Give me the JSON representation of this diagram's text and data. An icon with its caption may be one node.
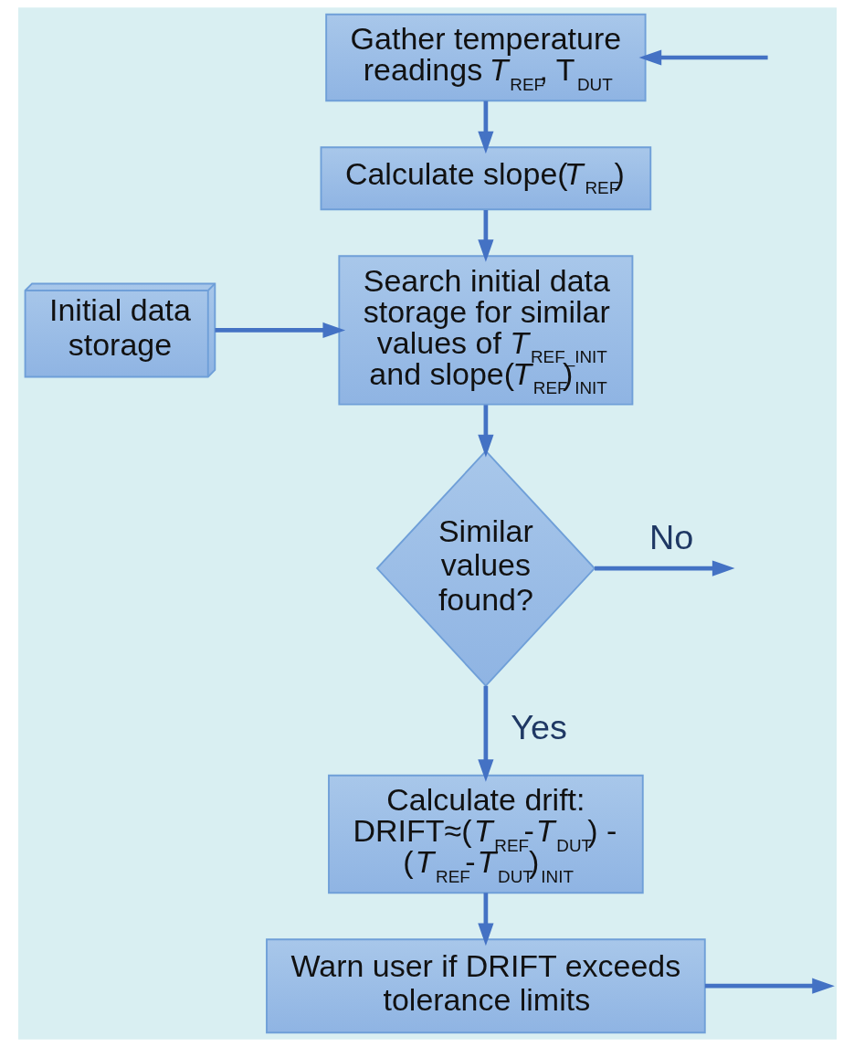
{
  "diagram": {
    "nodes": [
      {
        "text": [
          "Gather temperature readings *T*$_{REF}$, T$_{DUT}$"
        ]
      },
      {
        "text": [
          "Calculate slope(*T*$_{REF}$)"
        ]
      },
      {
        "text": [
          "Initial data storage"
        ]
      },
      {
        "text": [
          "Search initial data storage for similar values of *T*$_{REF_INIT}$ and slope(*T*$_{REF}$)$_{INIT}$"
        ]
      },
      {
        "text": [
          "Similar values found?"
        ]
      },
      {
        "text": [
          "Calculate drift: DRIFT≈(*T*$_{REF}$-*T*$_{DUT}$) - (*T*$_{REF}$-*T*$_{DUT}$)$_{INIT}$"
        ]
      },
      {
        "text": [
          "Warn user if DRIFT exceeds tolerance limits"
        ]
      }
    ],
    "edges": [
      {
        "from": null,
        "to": 0,
        "arrow": "to"
      },
      {
        "from": 0,
        "to": 1,
        "arrow": "to"
      },
      {
        "from": 1,
        "to": 3,
        "arrow": "to"
      },
      {
        "from": 2,
        "to": 3,
        "arrow": "to"
      },
      {
        "from": 3,
        "to": 4,
        "arrow": "to"
      },
      {
        "from": 4,
        "to": null,
        "arrow": "to",
        "label": "No"
      },
      {
        "from": 4,
        "to": 5,
        "arrow": "to",
        "label": "Yes"
      },
      {
        "from": 5,
        "to": 6,
        "arrow": "to"
      },
      {
        "from": 6,
        "to": null,
        "arrow": "to"
      }
    ]
  }
}
